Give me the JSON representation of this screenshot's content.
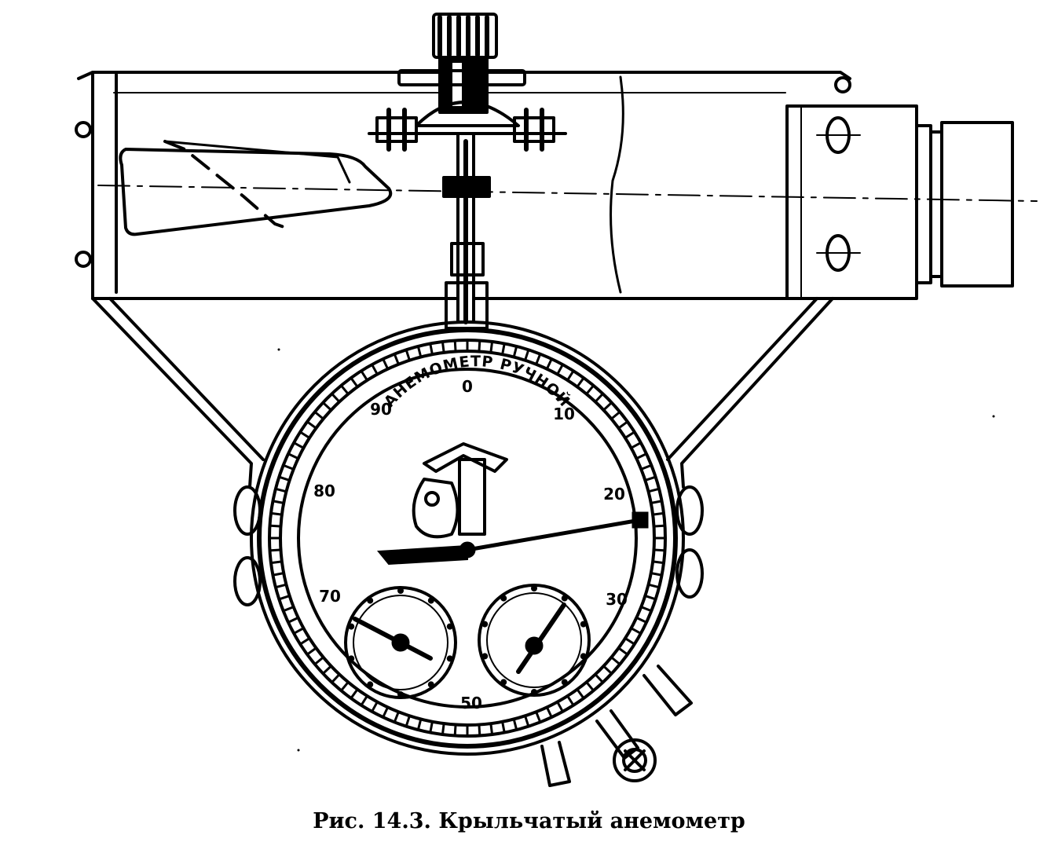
{
  "caption": "Рис. 14.3. Крыльчатый анемометр",
  "dial": {
    "title": "АНЕМОМЕТР РУЧНОЙ",
    "scale_labels": [
      "0",
      "10",
      "20",
      "30",
      "50",
      "70",
      "80",
      "90"
    ]
  }
}
